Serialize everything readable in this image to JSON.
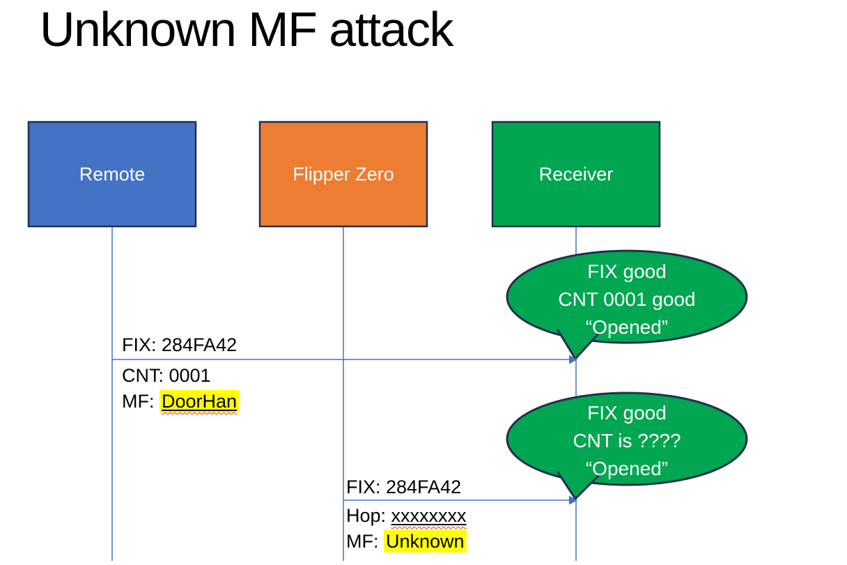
{
  "slide": {
    "title": "Unknown MF attack"
  },
  "actors": [
    {
      "id": "remote",
      "label": "Remote"
    },
    {
      "id": "flipper",
      "label": "Flipper Zero"
    },
    {
      "id": "receiver",
      "label": "Receiver"
    }
  ],
  "messages": [
    {
      "from": "Remote",
      "to": "Receiver",
      "above": "FIX: 284FA42",
      "lines": [
        {
          "prefix": "CNT: ",
          "value": "0001"
        },
        {
          "prefix": "MF: ",
          "value": "DoorHan"
        }
      ]
    },
    {
      "from": "Flipper Zero",
      "to": "Receiver",
      "above": "FIX: 284FA42",
      "lines": [
        {
          "prefix": "Hop: ",
          "value": "xxxxxxxx"
        },
        {
          "prefix": "MF: ",
          "value": "Unknown"
        }
      ]
    }
  ],
  "callouts": [
    {
      "lines": [
        "FIX good",
        "CNT 0001 good",
        "“Opened”"
      ]
    },
    {
      "lines": [
        "FIX good",
        "CNT is ????",
        "“Opened”"
      ]
    }
  ],
  "colors": {
    "remote_fill": "#4472C4",
    "flipper_fill": "#ED7D31",
    "receiver_fill": "#00A651",
    "callout_fill": "#00A651",
    "outline": "#1F3050",
    "connector": "#4472C4",
    "highlight": "#FFFF00",
    "squiggle": "#FF2A1A",
    "callout_text": "#FFFFFF",
    "actor_text": "#FFFFFF"
  }
}
